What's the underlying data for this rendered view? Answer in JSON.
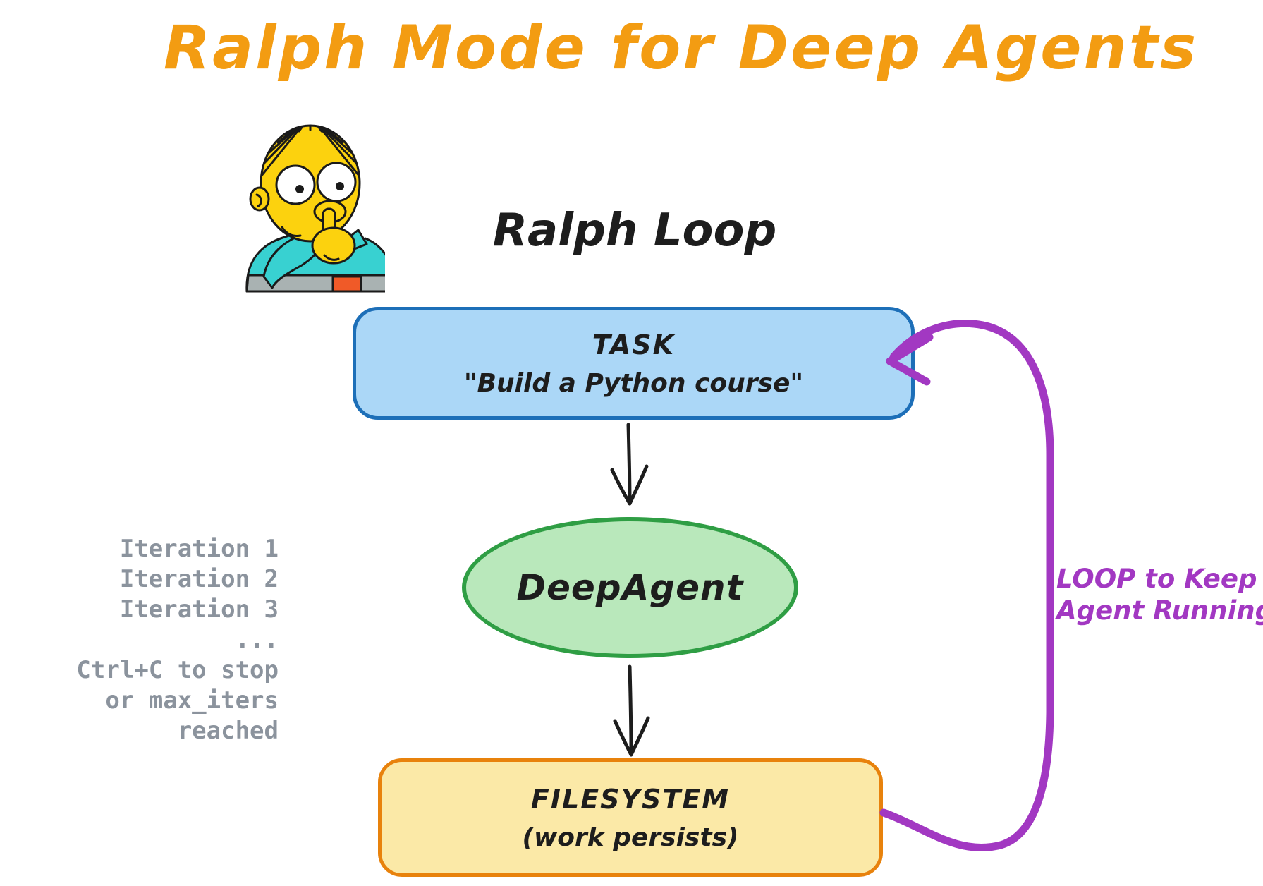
{
  "title": "Ralph Mode for Deep Agents",
  "diagram": {
    "heading": "Ralph Loop",
    "mascot": "ralph-wiggum-cartoon",
    "nodes": {
      "task": {
        "line1": "TASK",
        "line2": "\"Build a Python course\""
      },
      "agent": {
        "label": "DeepAgent"
      },
      "filesystem": {
        "line1": "FILESYSTEM",
        "line2": "(work persists)"
      }
    },
    "loop_label": {
      "line1": "LOOP to Keep",
      "line2": "Agent Running"
    },
    "console_notes": {
      "lines": [
        "Iteration 1",
        "Iteration 2",
        "Iteration 3",
        "...",
        "Ctrl+C to stop",
        "or max_iters reached"
      ]
    }
  },
  "colors": {
    "title": "#f39c12",
    "task_fill": "#abd7f7",
    "task_border": "#1d6fb8",
    "agent_fill": "#b9e8bb",
    "agent_border": "#2f9e44",
    "fs_fill": "#fbe9a7",
    "fs_border": "#e8820c",
    "loop_purple": "#a238c2",
    "console_gray": "#8b939d",
    "arrow_black": "#1d1d1d",
    "ralph_skin": "#fcd20e",
    "ralph_shirt": "#38d1d1",
    "ralph_band": "#a9b2b2",
    "ralph_patch": "#f05a28"
  }
}
